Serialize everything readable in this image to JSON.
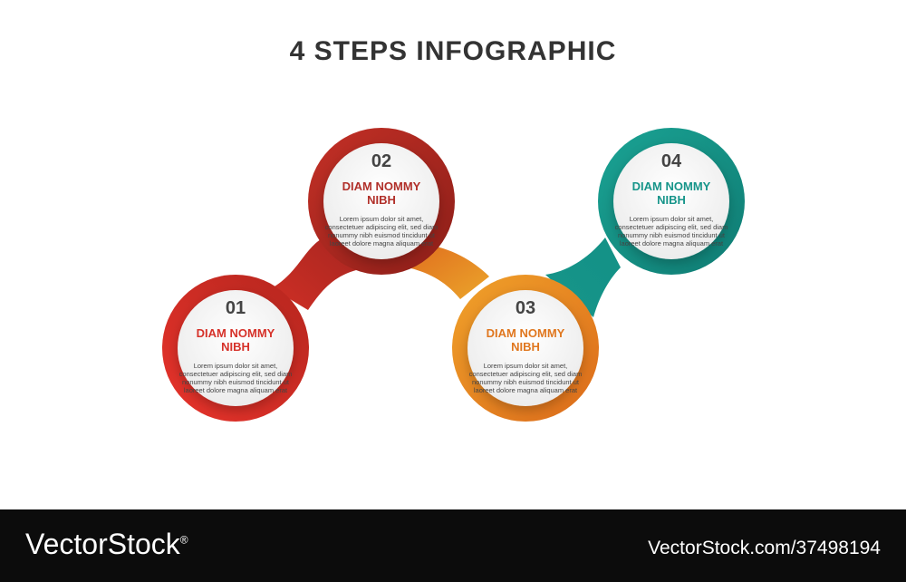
{
  "title": "4 STEPS INFOGRAPHIC",
  "steps": [
    {
      "number": "01",
      "heading_line1": "DIAM NOMMY",
      "heading_line2": "NIBH",
      "body": "Lorem ipsum dolor sit amet, consectetuer adipiscing elit, sed diam nonummy nibh euismod tincidunt ut laoreet dolore magna aliquam erat",
      "color": "#d6322a"
    },
    {
      "number": "02",
      "heading_line1": "DIAM NOMMY",
      "heading_line2": "NIBH",
      "body": "Lorem ipsum dolor sit amet, consectetuer adipiscing elit, sed diam nonummy nibh euismod tincidunt ut laoreet dolore magna aliquam erat",
      "color": "#b1302a"
    },
    {
      "number": "03",
      "heading_line1": "DIAM NOMMY",
      "heading_line2": "NIBH",
      "body": "Lorem ipsum dolor sit amet, consectetuer adipiscing elit, sed diam nonummy nibh euismod tincidunt ut laoreet dolore magna aliquam erat",
      "color": "#e0771f"
    },
    {
      "number": "04",
      "heading_line1": "DIAM NOMMY",
      "heading_line2": "NIBH",
      "body": "Lorem ipsum dolor sit amet, consectetuer adipiscing elit, sed diam nonummy nibh euismod tincidunt ut laoreet dolore magna aliquam erat",
      "color": "#17958a"
    }
  ],
  "footer": {
    "brand": "VectorStock",
    "registered_mark": "®",
    "url": "VectorStock.com/37498194"
  }
}
